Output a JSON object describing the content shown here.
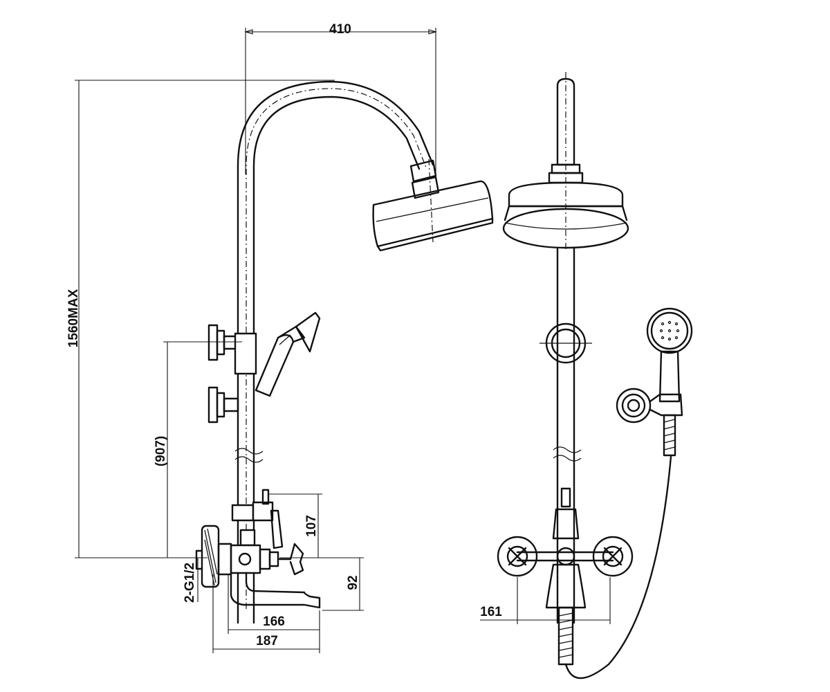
{
  "dimensions": {
    "width_top": "410",
    "height_max": "1560MAX",
    "holder_height": "(907)",
    "mixer_height": "107",
    "spout_drop": "92",
    "spout_reach": "166",
    "overall_depth": "187",
    "inlet_thread": "2-G1/2",
    "inlet_spacing": "161"
  },
  "icons": {
    "side_view": "shower-column-side-view",
    "front_view": "shower-column-front-view"
  }
}
